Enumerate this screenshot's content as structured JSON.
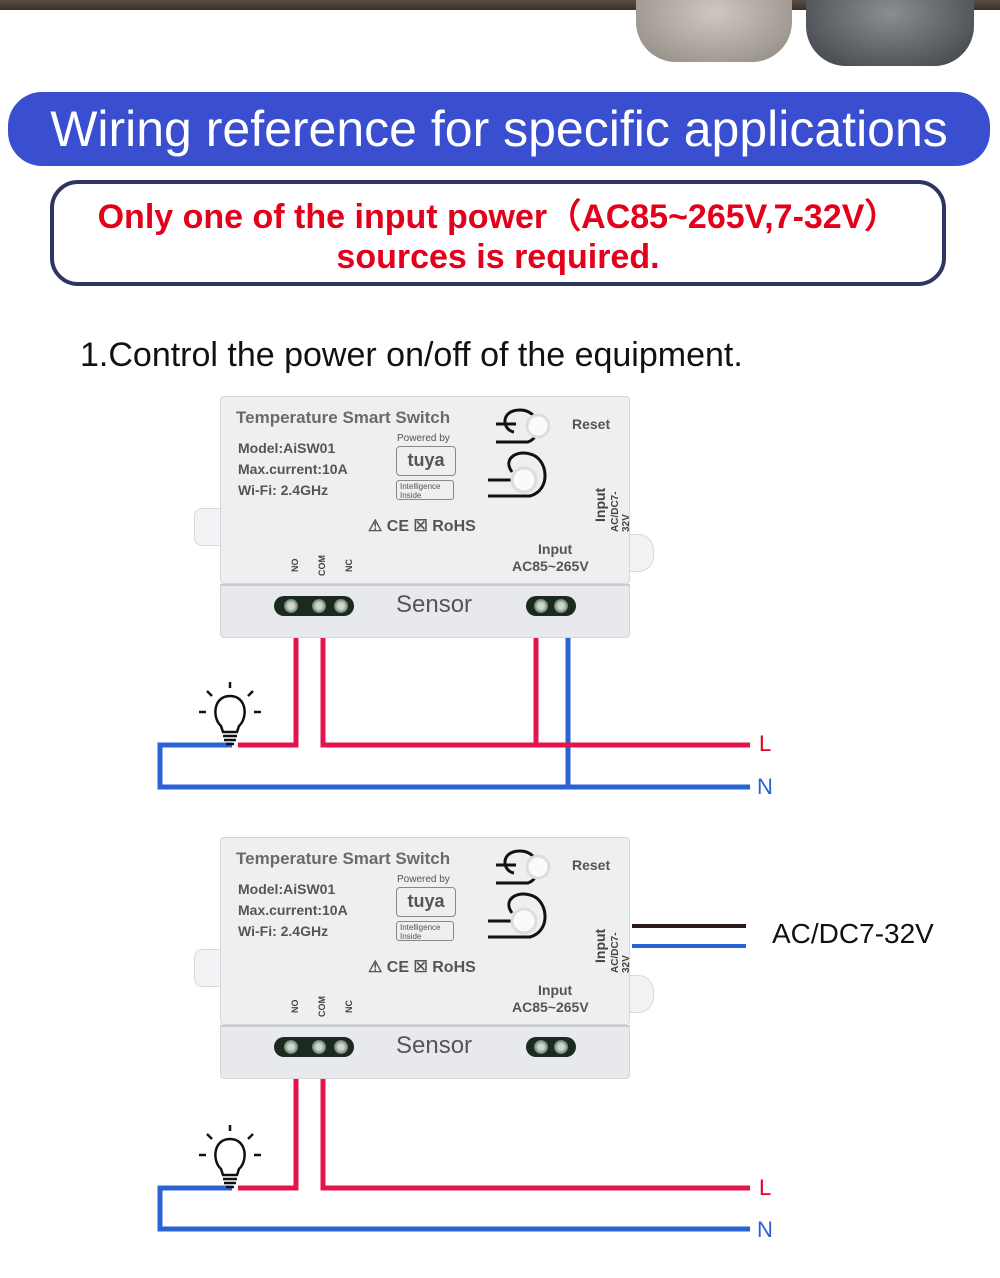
{
  "banner_title": "Wiring reference for specific applications",
  "note_line1": "Only one of the input power（AC85~265V,7-32V）",
  "note_line2": "sources is required.",
  "section1_title": "1.Control the power on/off of the equipment.",
  "device": {
    "title": "Temperature Smart Switch",
    "model": "Model:AiSW01",
    "max_current": "Max.current:10A",
    "wifi": "Wi-Fi: 2.4GHz",
    "powered_by": "Powered by",
    "brand": "tuya",
    "intelligence": "Intelligence Inside",
    "cert": "⚠ CE ☒ RoHS",
    "reset": "Reset",
    "input_dc_label": "Input",
    "input_dc_range": "AC/DC7-32V",
    "terminals": [
      "NO",
      "COM",
      "NC"
    ],
    "input_ac_label": "Input",
    "input_ac_range": "AC85~265V",
    "sensor": "Sensor"
  },
  "line_label": "L",
  "neutral_label": "N",
  "dc_supply_label": "AC/DC7-32V",
  "colors": {
    "banner": "#3a4fd0",
    "live_wire": "#e3144b",
    "neutral_wire": "#2b63d6",
    "note_text": "#e3001b",
    "dc_wire": "#2a1a18"
  }
}
